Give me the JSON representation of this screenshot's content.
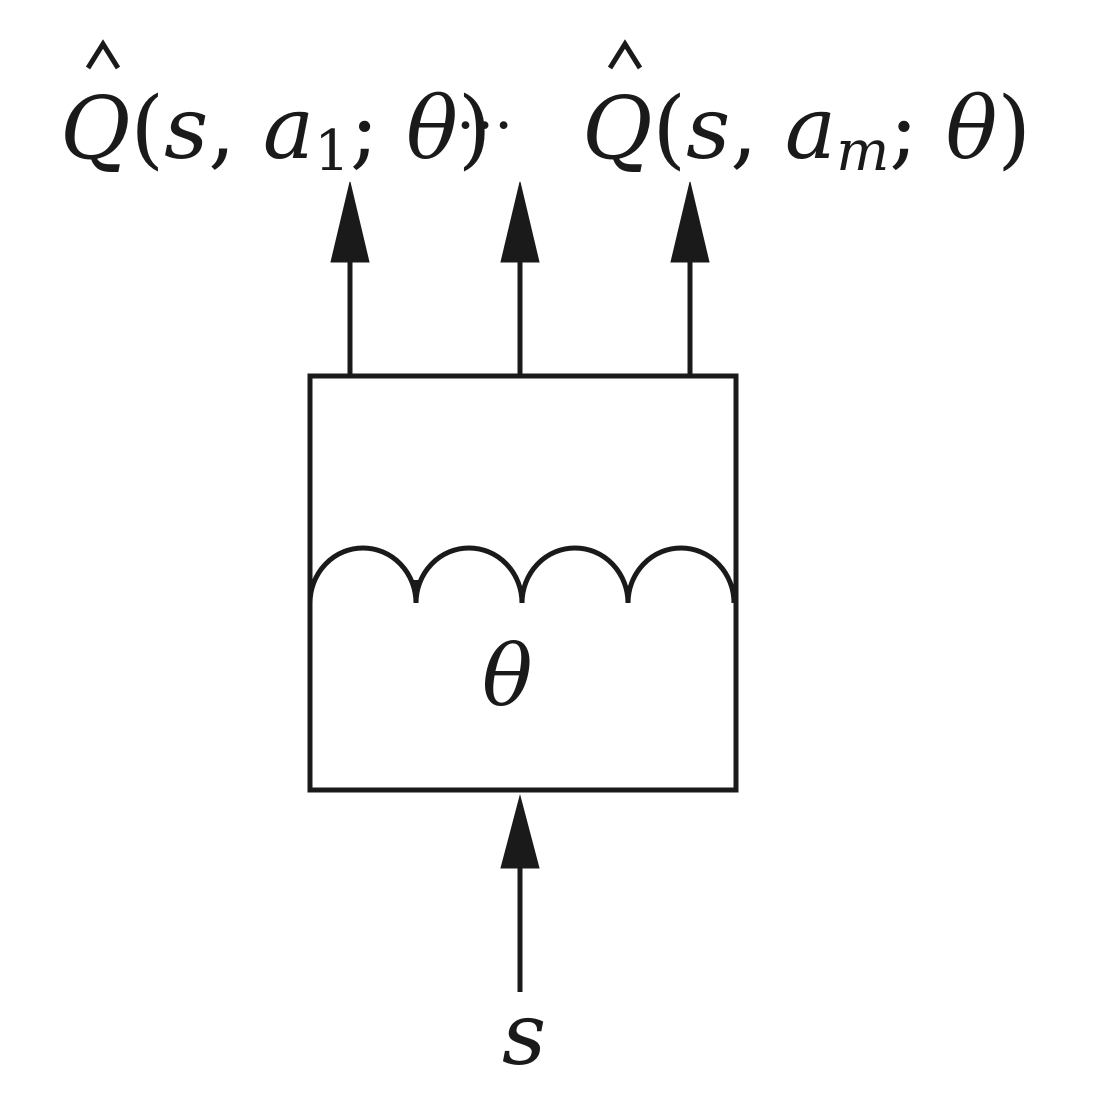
{
  "outputs": {
    "first": {
      "symbol": "Q",
      "state": "s",
      "action_base": "a",
      "action_sub": "1",
      "param": "θ"
    },
    "ellipsis": "···",
    "last": {
      "symbol": "Q",
      "state": "s",
      "action_base": "a",
      "action_sub": "m",
      "param": "θ"
    }
  },
  "network": {
    "param_label": "θ"
  },
  "input": {
    "label": "s"
  }
}
